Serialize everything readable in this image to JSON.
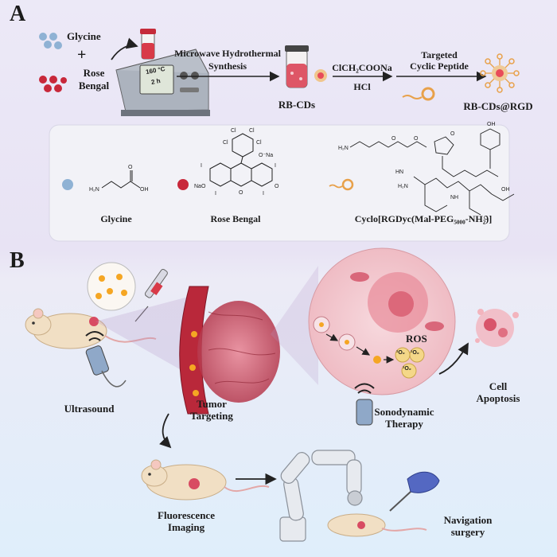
{
  "panel_a": {
    "letter": "A",
    "glycine": "Glycine",
    "plus": "+",
    "rose_bengal_1": "Rose",
    "rose_bengal_2": "Bengal",
    "device_temp": "160 °C",
    "device_time": "2 h",
    "step1_line1": "Microwave Hydrothermal",
    "step1_line2": "Synthesis",
    "rb_cds": "RB-CDs",
    "reagent_top": "ClCH₂COONa",
    "reagent_bottom": "HCl",
    "peptide_line1": "Targeted",
    "peptide_line2": "Cyclic Peptide",
    "product": "RB-CDs@RGD",
    "legend": {
      "glycine": "Glycine",
      "rose_bengal": "Rose Bengal",
      "peptide": "Cyclo[RGDyc(Mal-PEG₅₀₀₀-NH₂)]"
    }
  },
  "panel_b": {
    "letter": "B",
    "ultrasound": "Ultrasound",
    "tumor_1": "Tumor",
    "tumor_2": "Targeting",
    "ros": "ROS",
    "o2": "¹O₂",
    "sdt_1": "Sonodynamic",
    "sdt_2": "Therapy",
    "apop_1": "Cell",
    "apop_2": "Apoptosis",
    "fluor_1": "Fluorescence",
    "fluor_2": "Imaging",
    "nav_1": "Navigation",
    "nav_2": "surgery"
  },
  "colors": {
    "glycine": "#8fb2d4",
    "rose_bengal": "#c8283a",
    "tumor": "#d84b62",
    "mouse": "#f1dfc4",
    "cell": "#f3c9cf"
  }
}
